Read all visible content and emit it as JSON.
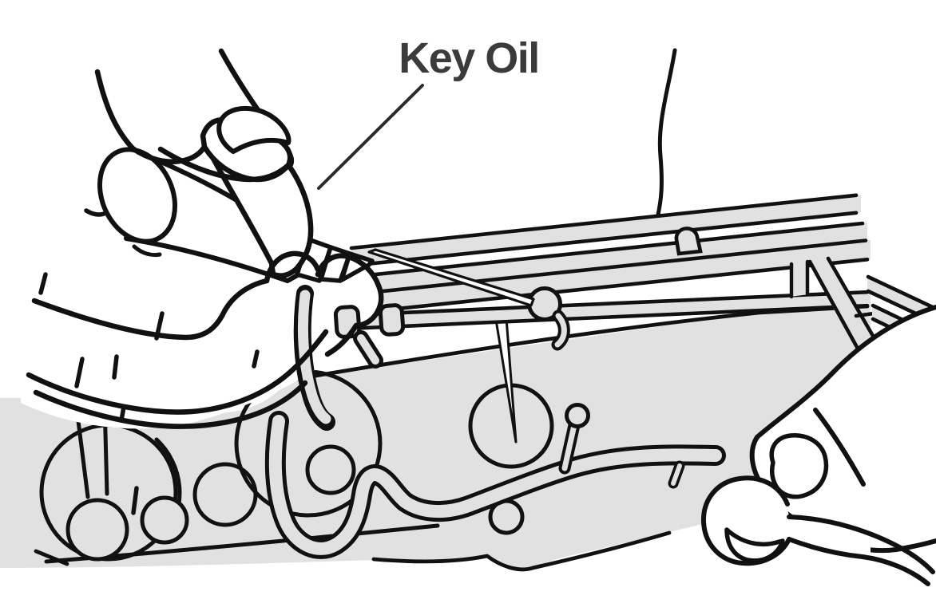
{
  "figure": {
    "label": {
      "text": "Key Oil"
    },
    "colors": {
      "background": "#ffffff",
      "instrument_fill": "#e1e1e1",
      "line": "#111111",
      "label_text": "#3b3b3b"
    },
    "parts": [
      "holding-hand",
      "oil-bottle",
      "needle-applicator",
      "key-rods",
      "key-pads",
      "instrument-body",
      "supporting-hand"
    ]
  }
}
